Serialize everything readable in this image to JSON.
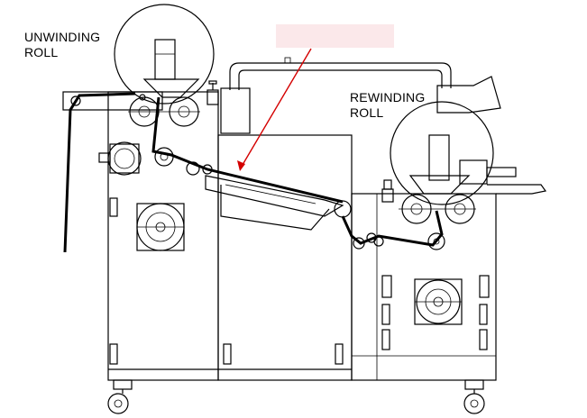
{
  "labels": {
    "unwinding_line1": "UNWINDING",
    "unwinding_line2": "ROLL",
    "rewinding_line1": "REWINDING",
    "rewinding_line2": "ROLL"
  },
  "callout": {
    "box_color": "#fbe8ea",
    "arrow_color": "#d40000"
  }
}
